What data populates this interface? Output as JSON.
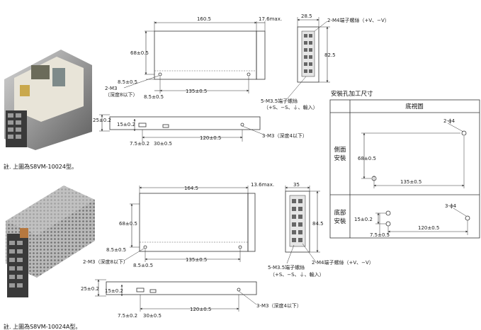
{
  "top": {
    "photo_name": "s8vm-10024-photo",
    "front": {
      "width_total": "160.5",
      "protrusion": "17.6max.",
      "height_mount": "68±0.5",
      "offset_small": "8.5±0.5",
      "offset_left": "8.5±0.5",
      "hole_pitch": "135±0.5",
      "mount_screw_line1": "2-M3",
      "mount_screw_line2": "（深度8以下）"
    },
    "side": {
      "width": "28.5",
      "height": "82.5",
      "term_label": "2-M4端子螺絲（+V、−V）",
      "term2_line1": "5-M3.5端子螺絲",
      "term2_line2": "（+S、−S、⏚、輸入）"
    },
    "bottom": {
      "height": "25±0.2",
      "hole_h": "15±0.2",
      "pitch": "120±0.5",
      "left_a": "7.5±0.2",
      "left_b": "30±0.5",
      "screw": "3-M3（深度4以下）"
    },
    "note": "註. 上圖為S8VM-10024型。"
  },
  "bottom_model": {
    "photo_name": "s8vm-10024a-photo",
    "front": {
      "width_total": "164.5",
      "protrusion": "13.6max.",
      "height_mount": "68±0.5",
      "offset_small": "8.5±0.5",
      "offset_left": "8.5±0.5",
      "hole_pitch": "135±0.5",
      "mount_screw": "2-M3（深度8以下）"
    },
    "side": {
      "width": "35",
      "height": "84.5",
      "term_label": "2-M4端子螺絲（+V、−V）",
      "term2_line1": "5-M3.5端子螺絲",
      "term2_line2": "（+S、−S、⏚、輸入）"
    },
    "bottom": {
      "height": "25±0.2",
      "hole_h": "15±0.2",
      "pitch": "120±0.5",
      "left_a": "7.5±0.2",
      "left_b": "30±0.5",
      "screw": "3-M3（深度4以下）"
    },
    "note": "註. 上圖為S8VM-10024A型。"
  },
  "mounting": {
    "title": "安裝孔加工尺寸",
    "header": "底視圖",
    "side_label_1": "側面",
    "side_label_2": "安裝",
    "side_hole": "2-ϕ4",
    "side_h": "68±0.5",
    "side_w": "135±0.5",
    "bottom_label_1": "底部",
    "bottom_label_2": "安裝",
    "bottom_hole": "3-ϕ4",
    "bottom_h": "15±0.2",
    "bottom_w": "120±0.5",
    "bottom_a": "7.5±0.5"
  }
}
